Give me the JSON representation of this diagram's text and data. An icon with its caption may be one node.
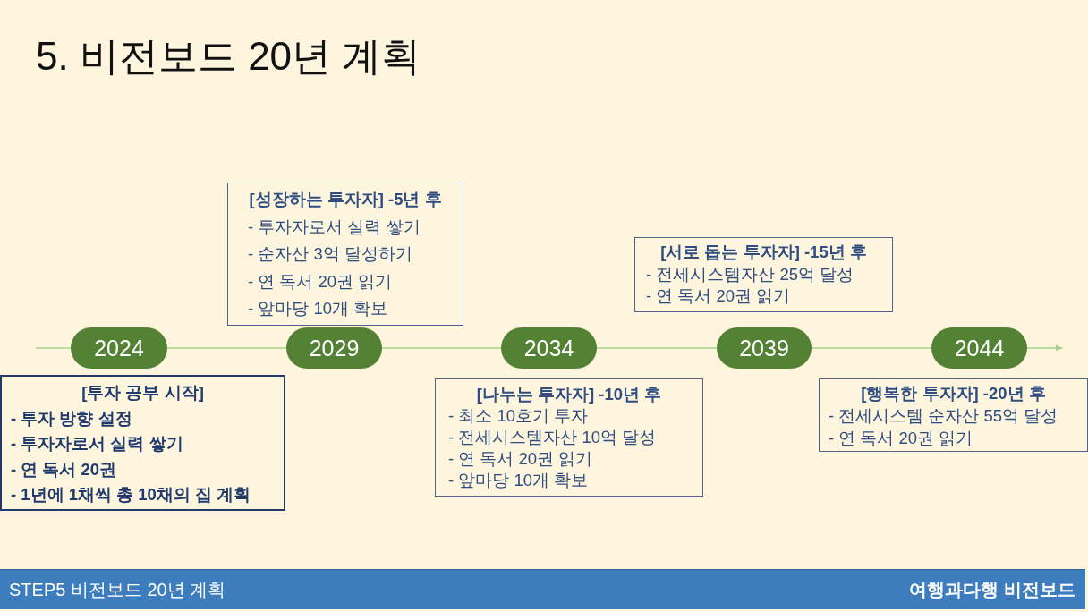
{
  "diagram": {
    "title": "5. 비전보드 20년 계획",
    "nodes": [
      {
        "text": [
          "2024"
        ]
      },
      {
        "text": [
          "[투자 공부 시작]",
          "- 투자 방향 설정",
          "- 투자자로서 실력 쌓기",
          "- 연 독서 20권",
          "- 1년에 1채씩 총 10채의 집 계획"
        ]
      },
      {
        "text": [
          "2029"
        ]
      },
      {
        "text": [
          "[성장하는 투자자] -5년 후",
          "- 투자자로서 실력 쌓기",
          "- 순자산 3억 달성하기",
          "- 연 독서 20권 읽기",
          "- 앞마당 10개 확보"
        ]
      },
      {
        "text": [
          "2034"
        ]
      },
      {
        "text": [
          "[나누는 투자자] -10년 후",
          "- 최소 10호기 투자",
          "- 전세시스템자산 10억 달성",
          "- 연 독서 20권 읽기",
          "- 앞마당 10개 확보"
        ]
      },
      {
        "text": [
          "2039"
        ]
      },
      {
        "text": [
          "[서로 돕는 투자자] -15년 후",
          "- 전세시스템자산 25억 달성",
          "- 연 독서 20권 읽기"
        ]
      },
      {
        "text": [
          "2044"
        ]
      },
      {
        "text": [
          "[행복한 투자자] -20년 후",
          "- 전세시스템 순자산 55억 달성",
          "- 연 독서 20권 읽기"
        ]
      }
    ],
    "edges": [
      {
        "from": null,
        "to": 0,
        "arrow": "none"
      },
      {
        "from": 0,
        "to": 2,
        "arrow": "none"
      },
      {
        "from": 2,
        "to": 4,
        "arrow": "none"
      },
      {
        "from": 4,
        "to": 6,
        "arrow": "none"
      },
      {
        "from": 6,
        "to": 8,
        "arrow": "none"
      },
      {
        "from": 8,
        "to": null,
        "arrow": "to"
      }
    ],
    "labels": [
      "STEP5 비전보드 20년 계획",
      "여행과다행 비전보드"
    ]
  }
}
